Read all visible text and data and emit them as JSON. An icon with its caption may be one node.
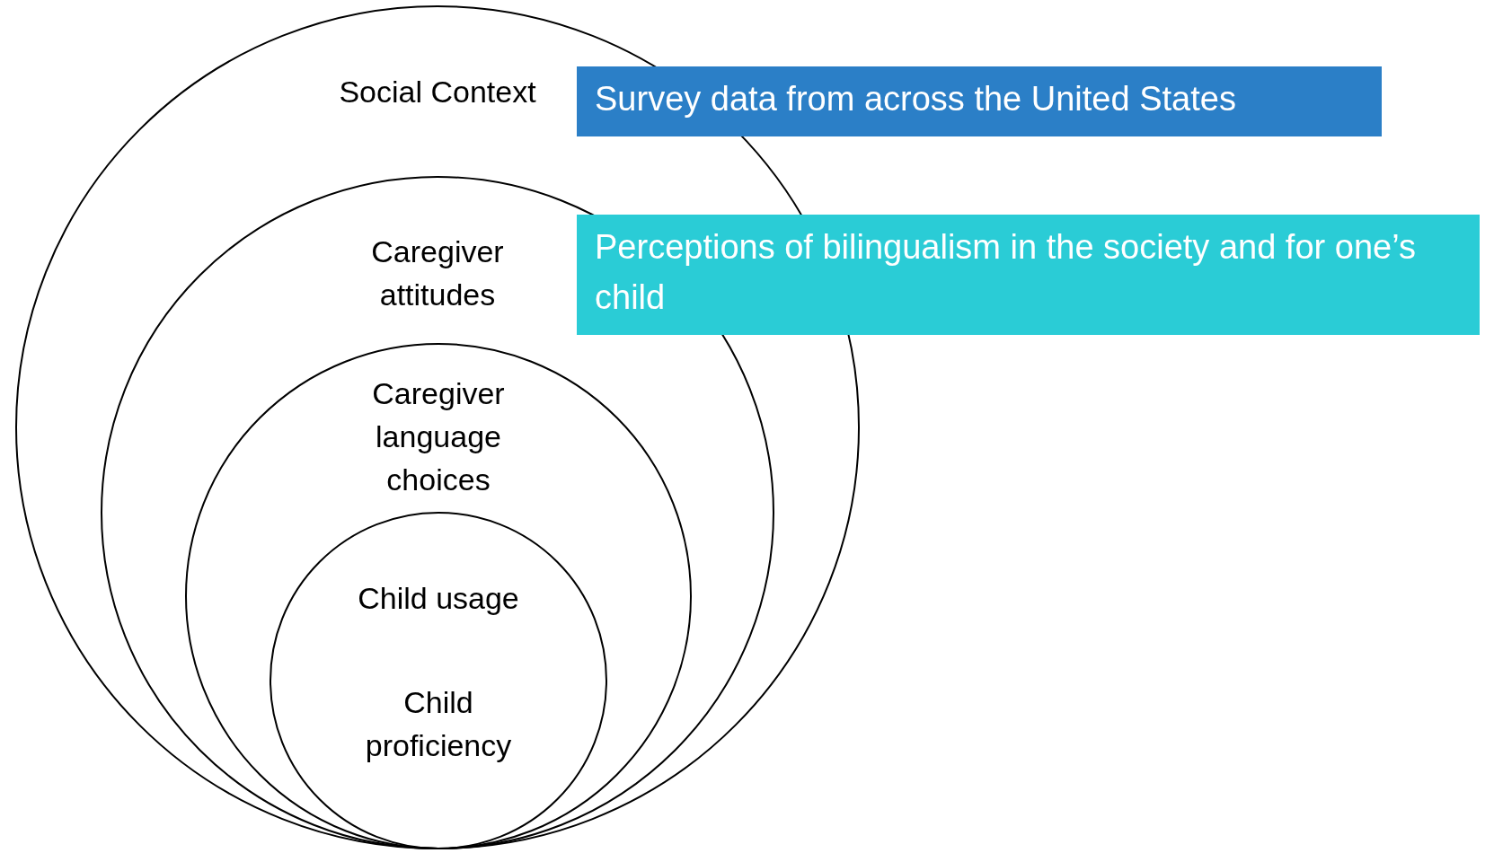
{
  "diagram": {
    "nodes": [
      {
        "text": [
          "Social Context"
        ]
      },
      {
        "text": [
          "Caregiver attitudes"
        ],
        "in": 0
      },
      {
        "text": [
          "Caregiver language choices"
        ],
        "in": 1
      },
      {
        "text": [
          "Child usage",
          "Child proficiency"
        ],
        "in": 2
      },
      {
        "text": [
          "Survey data from across the United States"
        ]
      },
      {
        "text": [
          "Perceptions of bilingualism in the society and for one’s child"
        ]
      }
    ]
  }
}
